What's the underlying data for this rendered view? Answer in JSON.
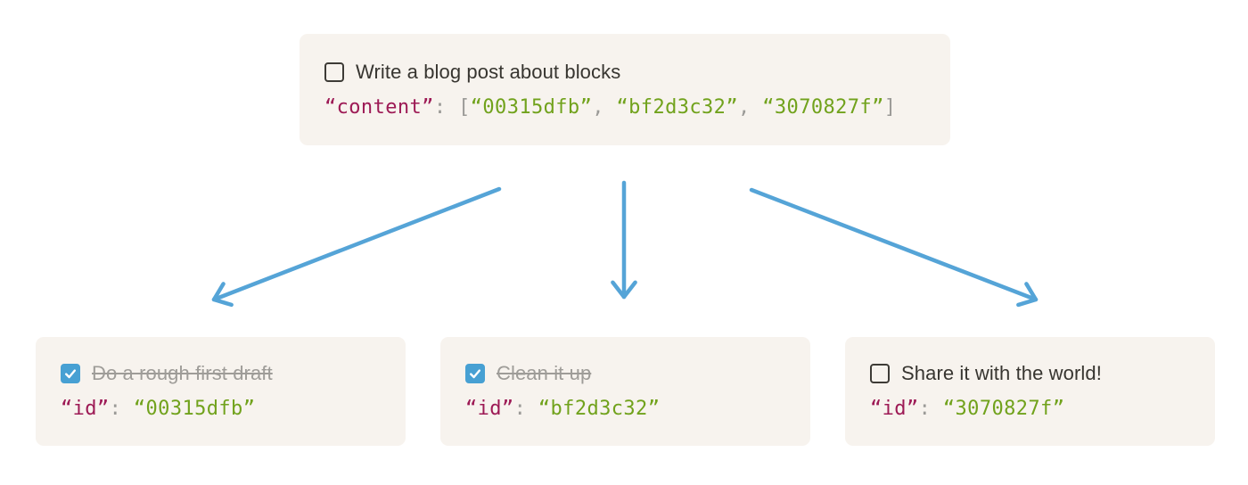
{
  "colors": {
    "page_bg": "#ffffff",
    "box_bg": "#f7f3ee",
    "text_dark": "#373530",
    "text_done": "#9e9c98",
    "code_key": "#9d1a55",
    "code_string": "#71a21c",
    "code_punct": "#9b9a97",
    "arrow": "#55a4d7",
    "checkbox_checked_bg": "#47a0d3",
    "checkbox_border": "#3d3b36",
    "checkmark": "#ffffff"
  },
  "icons": {
    "checkmark": "✓",
    "checkbox_unchecked": "☐"
  },
  "parent_block": {
    "todo": {
      "label": "Write a blog post about blocks",
      "checked": false
    },
    "code": {
      "key": "“content”",
      "colon": ": ",
      "open_bracket": "[",
      "items": [
        "“00315dfb”",
        "“bf2d3c32”",
        "“3070827f”"
      ],
      "separator": ", ",
      "close_bracket": "]"
    }
  },
  "child_blocks": [
    {
      "todo": {
        "label": "Do a rough first draft",
        "checked": true
      },
      "code": {
        "key": "“id”",
        "colon": ": ",
        "value": "“00315dfb”"
      }
    },
    {
      "todo": {
        "label": "Clean it up",
        "checked": true
      },
      "code": {
        "key": "“id”",
        "colon": ": ",
        "value": "“bf2d3c32”"
      }
    },
    {
      "todo": {
        "label": "Share it with the world!",
        "checked": false
      },
      "code": {
        "key": "“id”",
        "colon": ": ",
        "value": "“3070827f”"
      }
    }
  ]
}
